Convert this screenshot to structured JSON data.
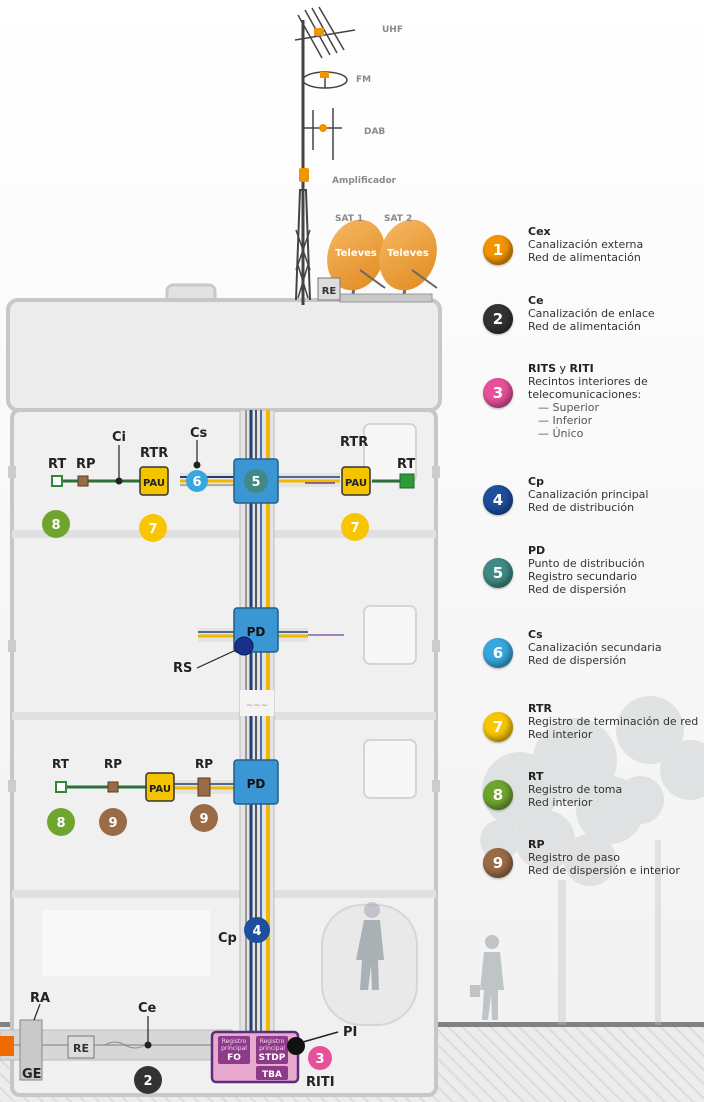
{
  "antenna": {
    "uhf": "UHF",
    "fm": "FM",
    "dab": "DAB",
    "amplifier": "Amplificador",
    "sat1": "SAT 1",
    "sat2": "SAT 2",
    "dish_brand": "Televes",
    "re_top": "RE"
  },
  "labels": {
    "ci": "Ci",
    "rtr": "RTR",
    "cs": "Cs",
    "rt": "RT",
    "rp": "RP",
    "pau": "PAU",
    "pd": "PD",
    "rs": "RS",
    "cp": "Cp",
    "ra": "RA",
    "ce": "Ce",
    "ge": "GE",
    "re": "RE",
    "pi": "PI",
    "riti": "RITI",
    "reg_principal": "Registro principal",
    "reg_principal_line1": "Registro",
    "reg_principal_line2": "principal",
    "fo": "FO",
    "stdp": "STDP",
    "tba": "TBA"
  },
  "badges": {
    "n1": "1",
    "n2": "2",
    "n3": "3",
    "n4": "4",
    "n5": "5",
    "n6": "6",
    "n7": "7",
    "n8": "8",
    "n9": "9"
  },
  "colors": {
    "b1": "#f29400",
    "b2": "#333333",
    "b3": "#e6519a",
    "b4": "#1e4f9c",
    "b5": "#3f8a84",
    "b6": "#38a7dd",
    "b7": "#f7c600",
    "b8": "#6fa52f",
    "b9": "#9a6b47",
    "pd_box": "#3a97d4",
    "pau_box": "#f5c400",
    "riti_bg": "#e8a9cf",
    "riti_border": "#5b2d7a"
  },
  "legend": [
    {
      "num": "1",
      "title": "Cex",
      "lines": [
        "Canalización externa",
        "Red de alimentación"
      ]
    },
    {
      "num": "2",
      "title": "Ce",
      "lines": [
        "Canalización de enlace",
        "Red de alimentación"
      ]
    },
    {
      "num": "3",
      "title": "RITS y RITI",
      "title_a": "RITS",
      "title_mid": " y ",
      "title_b": "RITI",
      "lines": [
        "Recintos interiores de",
        "telecomunicaciones:"
      ],
      "sub": [
        "— Superior",
        "— Inferior",
        "— Único"
      ]
    },
    {
      "num": "4",
      "title": "Cp",
      "lines": [
        "Canalización principal",
        "Red de distribución"
      ]
    },
    {
      "num": "5",
      "title": "PD",
      "lines": [
        "Punto de distribución",
        "Registro secundario",
        "Red de dispersión"
      ]
    },
    {
      "num": "6",
      "title": "Cs",
      "lines": [
        "Canalización secundaria",
        "Red de dispersión"
      ]
    },
    {
      "num": "7",
      "title": "RTR",
      "lines": [
        "Registro de terminación de red",
        "Red interior"
      ]
    },
    {
      "num": "8",
      "title": "RT",
      "lines": [
        "Registro de toma",
        "Red interior"
      ]
    },
    {
      "num": "9",
      "title": "RP",
      "lines": [
        "Registro de paso",
        "Red de dispersión e interior"
      ]
    }
  ]
}
